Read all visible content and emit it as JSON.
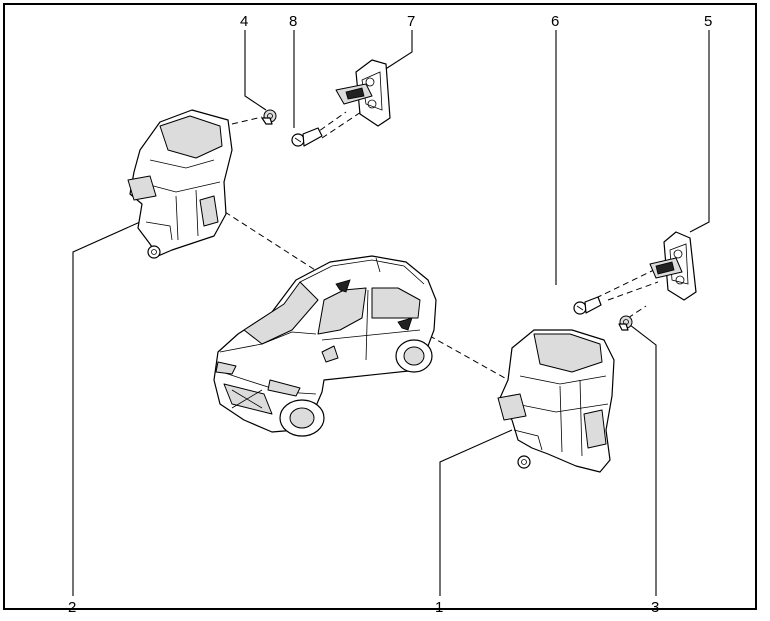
{
  "callouts": {
    "c1": "1",
    "c2": "2",
    "c3": "3",
    "c4": "4",
    "c5": "5",
    "c6": "6",
    "c7": "7",
    "c8": "8"
  },
  "icons": {
    "car": "car-icon",
    "front_lock": "door-lock-module-icon",
    "rear_lock": "door-lock-module-icon",
    "striker": "door-striker-icon",
    "screw": "screw-icon"
  }
}
